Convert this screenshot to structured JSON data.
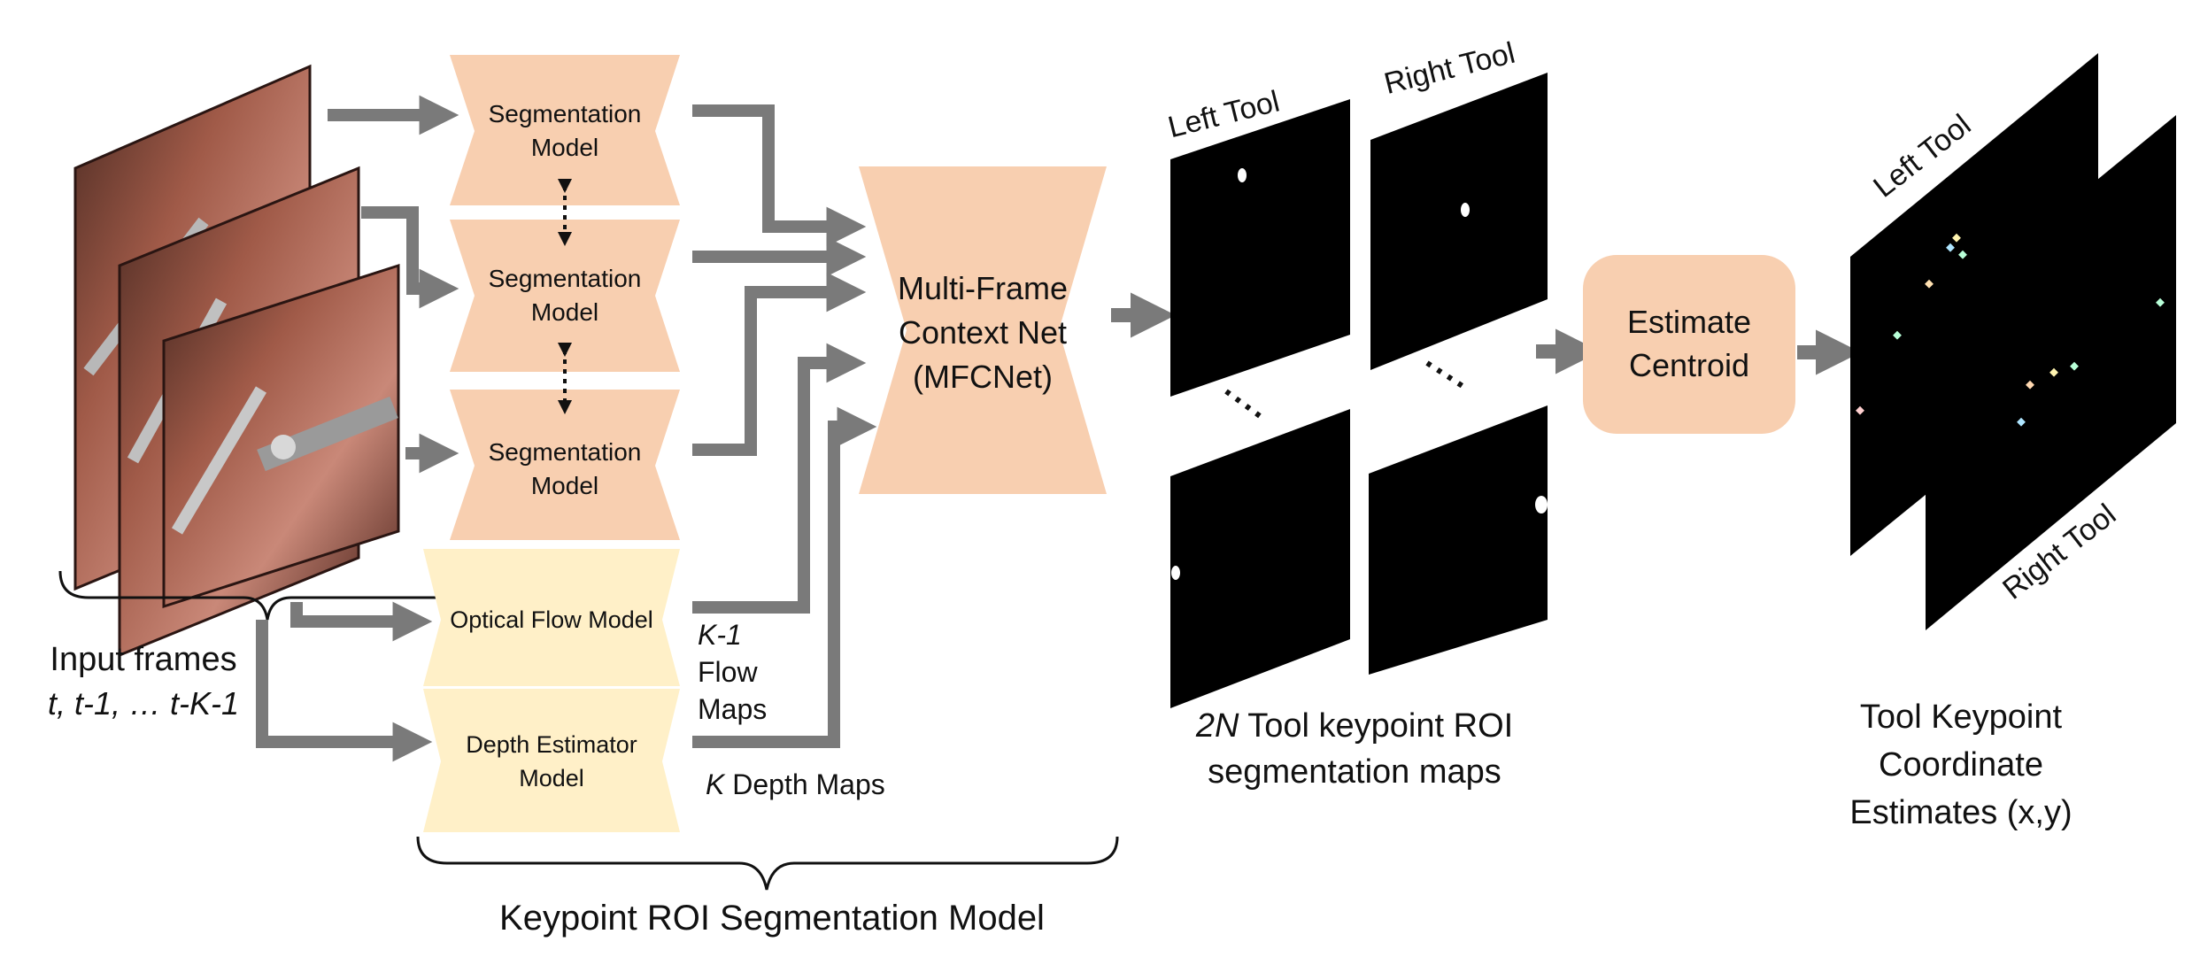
{
  "colors": {
    "segmentation": "#f8cfb0",
    "auxiliary": "#fff0c8",
    "arrow": "#7a7a7a",
    "map_black": "#000000",
    "tissue": "#8a4a3a"
  },
  "input": {
    "label": "Input frames",
    "sublabel": "t, t-1, … t-K-1"
  },
  "models": {
    "segmentation": [
      {
        "line1": "Segmentation",
        "line2": "Model"
      },
      {
        "line1": "Segmentation",
        "line2": "Model"
      },
      {
        "line1": "Segmentation",
        "line2": "Model"
      }
    ],
    "optical_flow": "Optical Flow Model",
    "depth": {
      "line1": "Depth Estimator",
      "line2": "Model"
    },
    "mfcnet": {
      "line1": "Multi-Frame",
      "line2": "Context Net",
      "line3": "(MFCNet)"
    },
    "group_label": "Keypoint ROI Segmentation Model"
  },
  "flow_label": {
    "italic": "K-1",
    "line2": "Flow",
    "line3": "Maps"
  },
  "depth_label": {
    "italic": "K",
    "rest": " Depth Maps"
  },
  "roi_maps": {
    "left_title": "Left Tool",
    "right_title": "Right Tool",
    "caption_italic": "2N",
    "caption_rest": " Tool keypoint ROI",
    "caption_line2": "segmentation maps"
  },
  "centroid": {
    "line1": "Estimate",
    "line2": "Centroid"
  },
  "output": {
    "left_tool": "Left Tool",
    "right_tool": "Right Tool",
    "line1": "Tool Keypoint",
    "line2": "Coordinate",
    "line3": "Estimates (x,y)"
  }
}
